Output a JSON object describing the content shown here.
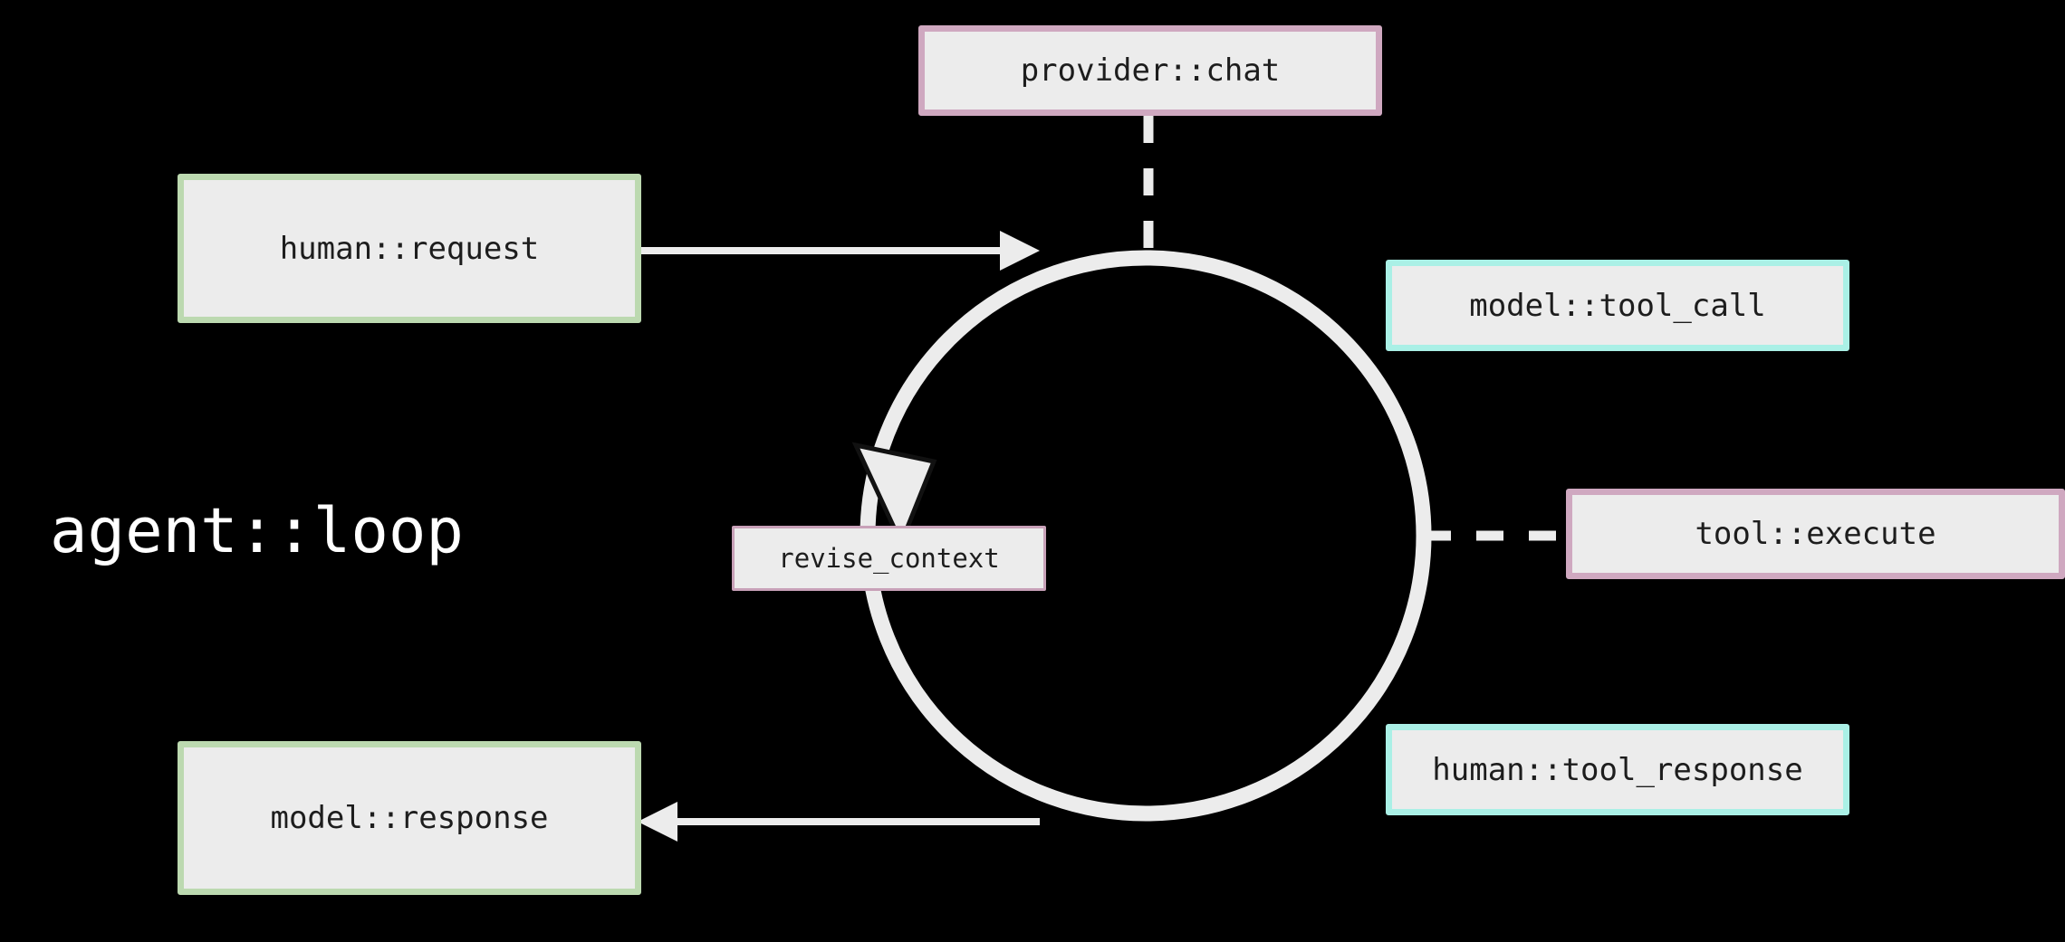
{
  "diagram": {
    "title": "agent::loop",
    "background_color": "#000000",
    "node_fill_color": "#ececec",
    "node_text_color": "#1d1d1d",
    "edge_color": "#ececec",
    "palette": {
      "green": "#bcd9b0",
      "pink": "#cfa8c0",
      "cyan": "#aaf0e6",
      "thin_pink": "#c8a1b8"
    }
  },
  "nodes": {
    "human_request": {
      "label": "human::request",
      "border_color": "#bcd9b0"
    },
    "model_response": {
      "label": "model::response",
      "border_color": "#bcd9b0"
    },
    "provider_chat": {
      "label": "provider::chat",
      "border_color": "#cfa8c0"
    },
    "model_tool_call": {
      "label": "model::tool_call",
      "border_color": "#aaf0e6"
    },
    "tool_execute": {
      "label": "tool::execute",
      "border_color": "#cfa8c0"
    },
    "human_tool_response": {
      "label": "human::tool_response",
      "border_color": "#aaf0e6"
    },
    "revise_context": {
      "label": "revise_context",
      "border_color": "#c8a1b8"
    }
  },
  "edges": [
    {
      "name": "request-into-loop",
      "from": "human_request",
      "to": "agent_loop_circle",
      "style": "solid",
      "arrow": "end"
    },
    {
      "name": "loop-to-response",
      "from": "agent_loop_circle",
      "to": "model_response",
      "style": "solid",
      "arrow": "end"
    },
    {
      "name": "chat-to-loop",
      "from": "provider_chat",
      "to": "agent_loop_circle",
      "style": "dashed",
      "arrow": "none"
    },
    {
      "name": "loop-to-tool-execute",
      "from": "agent_loop_circle",
      "to": "tool_execute",
      "style": "dashed",
      "arrow": "none"
    },
    {
      "name": "loop-cycle",
      "from": "agent_loop_circle",
      "to": "agent_loop_circle",
      "style": "solid",
      "arrow": "end",
      "shape": "circle"
    }
  ]
}
